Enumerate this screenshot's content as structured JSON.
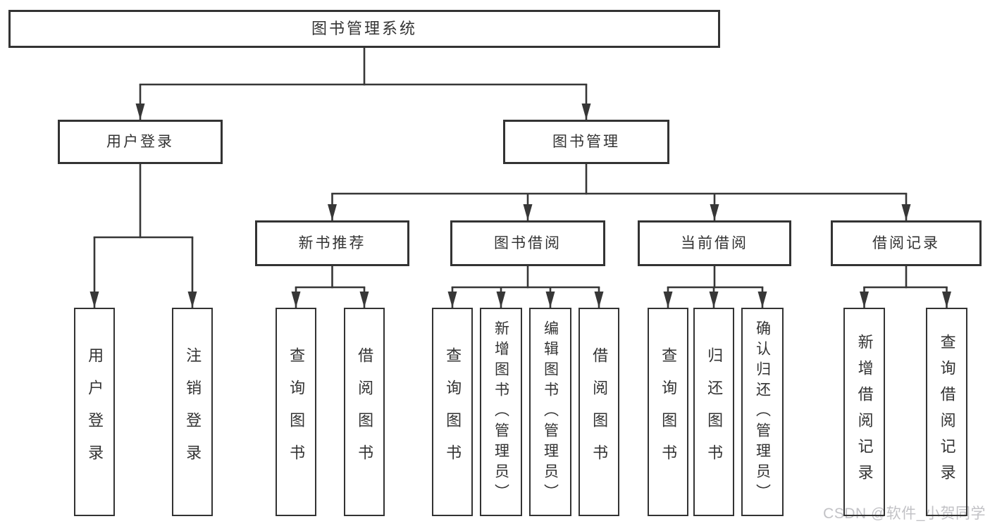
{
  "nodes": {
    "root": {
      "label": "图书管理系统"
    },
    "user_login": {
      "label": "用户登录"
    },
    "book_mgmt": {
      "label": "图书管理"
    },
    "new_books": {
      "label": "新书推荐"
    },
    "book_borrow": {
      "label": "图书借阅"
    },
    "current_borrow": {
      "label": "当前借阅"
    },
    "borrow_records": {
      "label": "借阅记录"
    },
    "leaf_user_login": {
      "label": "用户登录"
    },
    "leaf_logout": {
      "label": "注销登录"
    },
    "leaf_query_book_1": {
      "label": "查询图书"
    },
    "leaf_borrow_book_1": {
      "label": "借阅图书"
    },
    "leaf_query_book_2": {
      "label": "查询图书"
    },
    "leaf_add_book": {
      "label": "新增图书（管理员）"
    },
    "leaf_edit_book": {
      "label": "编辑图书（管理员）"
    },
    "leaf_borrow_book_2": {
      "label": "借阅图书"
    },
    "leaf_query_book_3": {
      "label": "查询图书"
    },
    "leaf_return_book": {
      "label": "归还图书"
    },
    "leaf_confirm_return": {
      "label": "确认归还（管理员）"
    },
    "leaf_add_record": {
      "label": "新增借阅记录"
    },
    "leaf_query_record": {
      "label": "查询借阅记录"
    }
  },
  "watermark": "CSDN @软件_小贺同学",
  "colors": {
    "background": "#ffffff",
    "line": "#373737",
    "box_border": "#333333",
    "box_fill": "#ffffff",
    "text": "#333333",
    "watermark": "#c2c2c6"
  }
}
